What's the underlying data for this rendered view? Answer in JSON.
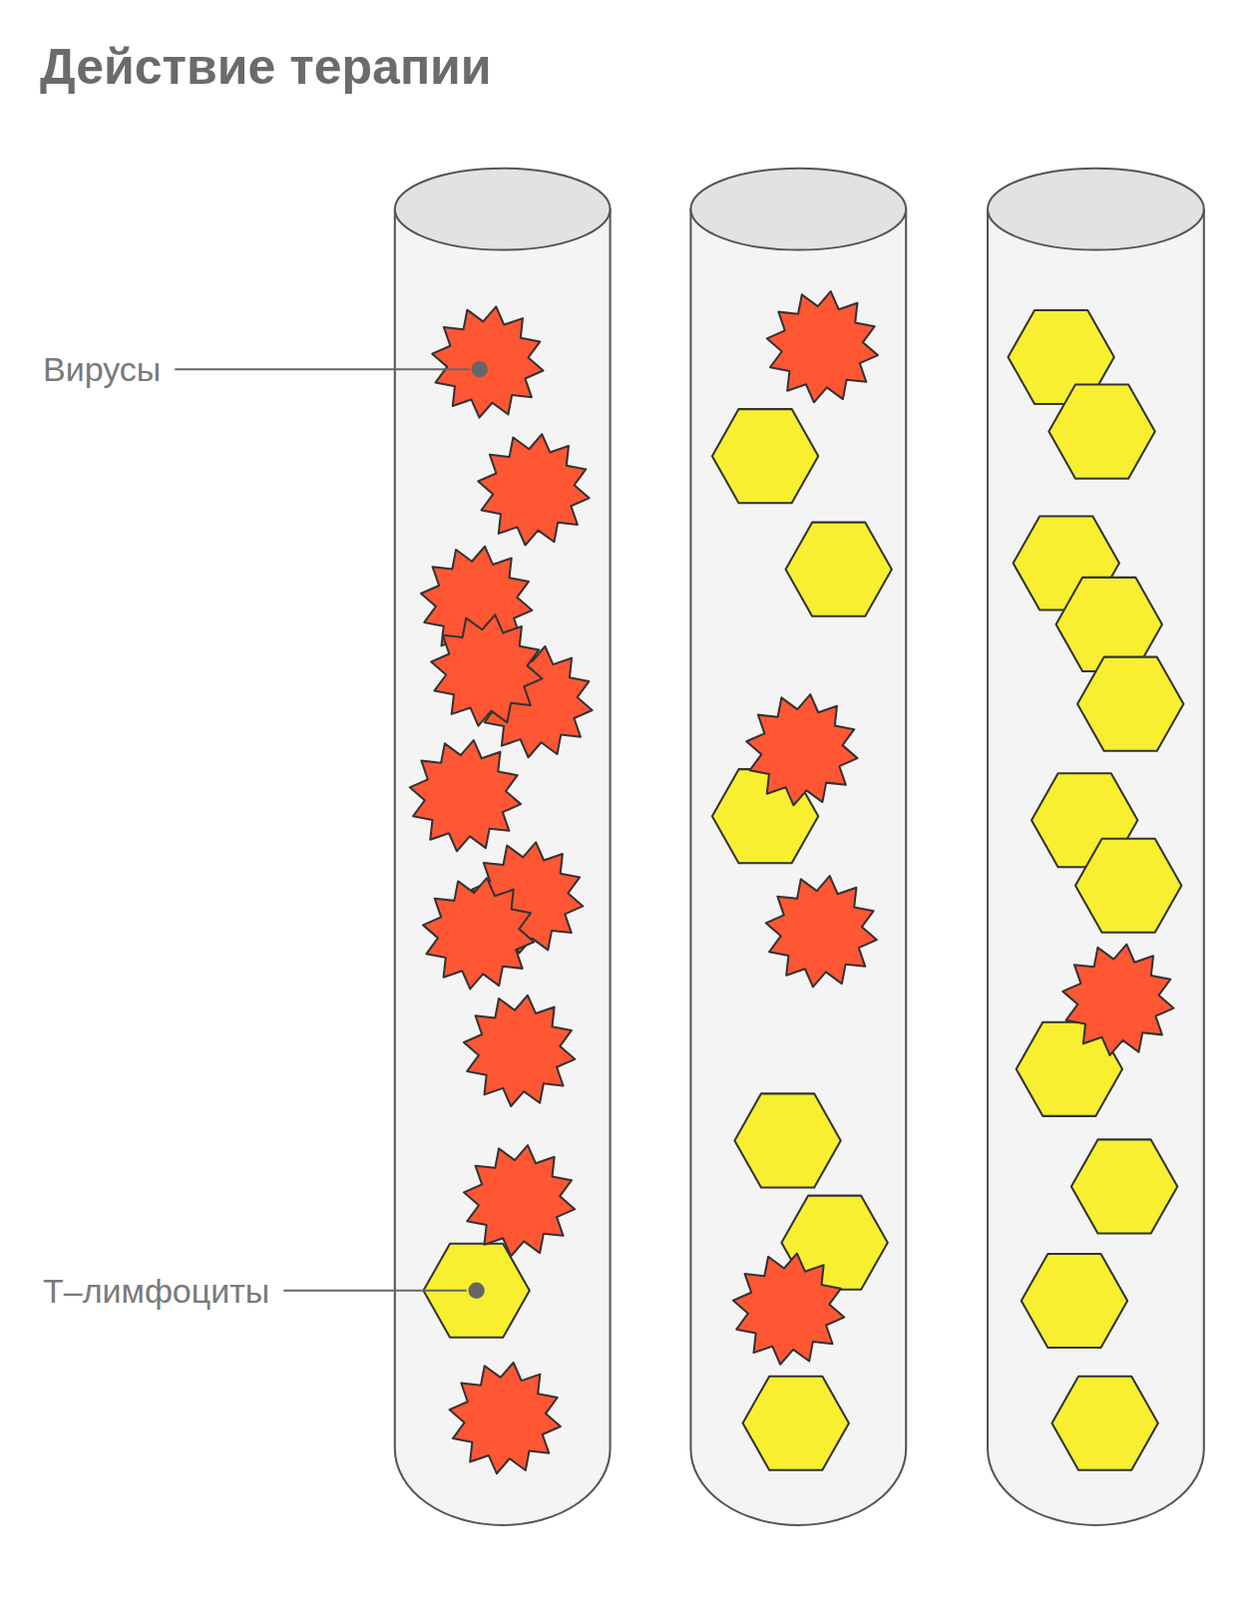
{
  "diagram": {
    "title": "Действие терапии",
    "labels": [
      "Вирусы",
      "Т–лимфоциты"
    ]
  }
}
